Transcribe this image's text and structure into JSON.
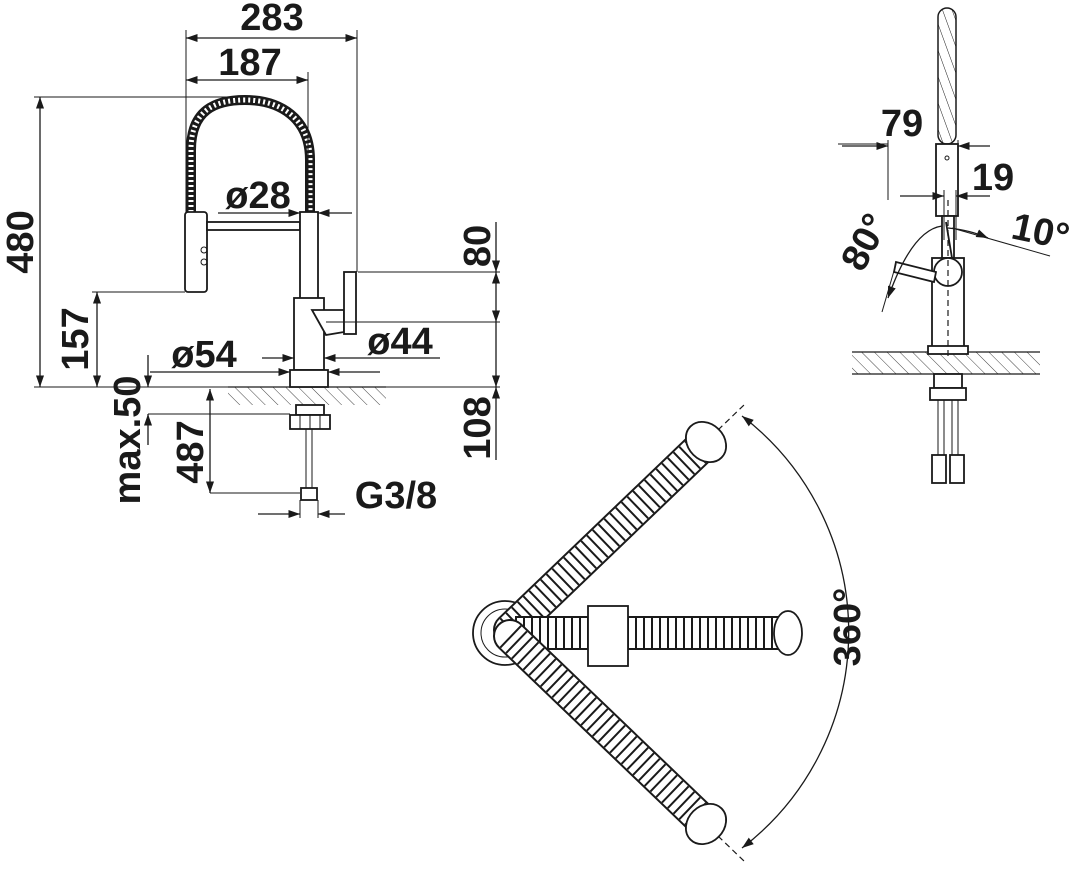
{
  "front_view": {
    "dims": {
      "total_reach": "283",
      "spout_reach": "187",
      "height": "480",
      "hose_diameter": "ø28",
      "lever_height": "80",
      "spray_height": "157",
      "base_diameter": "ø54",
      "body_diameter": "ø44",
      "max_thickness": "max.50",
      "hose_length": "487",
      "below_deck": "108",
      "connection": "G3/8"
    }
  },
  "side_view": {
    "dims": {
      "depth": "79",
      "lever_offset": "19",
      "lever_back_angle": "10°",
      "lever_front_angle": "80°"
    }
  },
  "top_view": {
    "dims": {
      "rotation": "360°"
    }
  }
}
